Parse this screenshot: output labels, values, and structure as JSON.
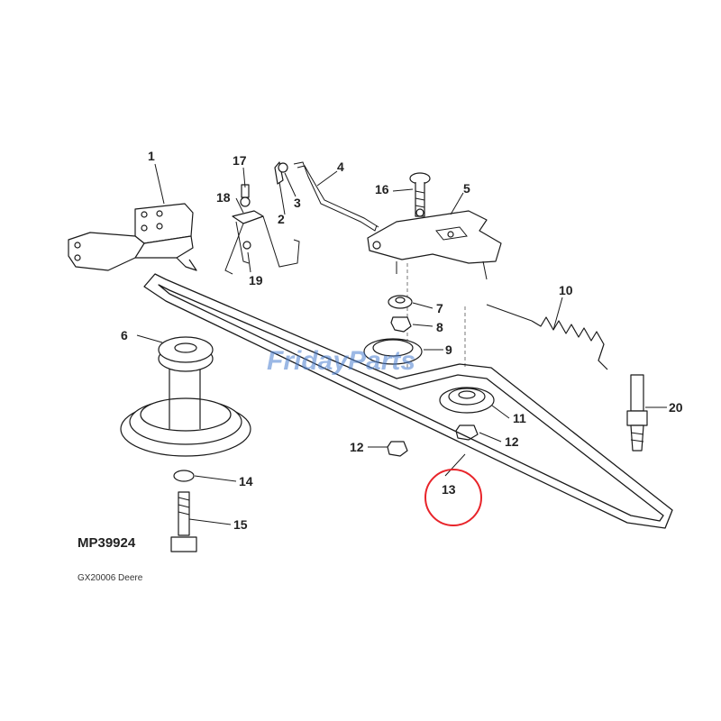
{
  "diagram": {
    "model_code": "MP39924",
    "caption": "GX20006 Deere",
    "watermark": {
      "text_a": "Friday",
      "text_b": "Parts"
    },
    "highlight_color": "#e8242a",
    "watermark_color": "#4a7fd0",
    "callouts": [
      {
        "id": "c1",
        "label": "1"
      },
      {
        "id": "c2",
        "label": "2"
      },
      {
        "id": "c3",
        "label": "3"
      },
      {
        "id": "c4",
        "label": "4"
      },
      {
        "id": "c5",
        "label": "5"
      },
      {
        "id": "c6",
        "label": "6"
      },
      {
        "id": "c7",
        "label": "7"
      },
      {
        "id": "c8",
        "label": "8"
      },
      {
        "id": "c9",
        "label": "9"
      },
      {
        "id": "c10",
        "label": "10"
      },
      {
        "id": "c11",
        "label": "11"
      },
      {
        "id": "c12a",
        "label": "12"
      },
      {
        "id": "c12b",
        "label": "12"
      },
      {
        "id": "c13",
        "label": "13"
      },
      {
        "id": "c14",
        "label": "14"
      },
      {
        "id": "c15",
        "label": "15"
      },
      {
        "id": "c16",
        "label": "16"
      },
      {
        "id": "c17",
        "label": "17"
      },
      {
        "id": "c18",
        "label": "18"
      },
      {
        "id": "c19",
        "label": "19"
      },
      {
        "id": "c20",
        "label": "20"
      }
    ]
  }
}
